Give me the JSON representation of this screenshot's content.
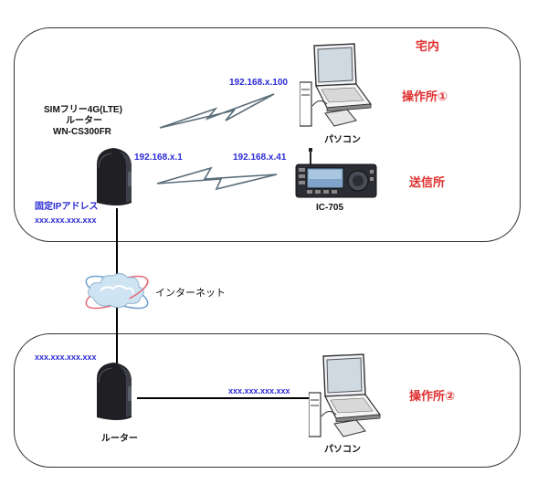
{
  "zones": {
    "home": {
      "label": "宅内"
    },
    "remote": {}
  },
  "stations": {
    "op1": "操作所①",
    "tx": "送信所",
    "op2": "操作所②"
  },
  "router_main": {
    "name_line1": "SIMフリー4G(LTE)",
    "name_line2": "ルーター",
    "name_line3": "WN-CS300FR",
    "lan_ip": "192.168.x.1",
    "wan_label": "固定IPアドレス",
    "wan_ip": "xxx.xxx.xxx.xxx"
  },
  "pc_home": {
    "ip": "192.168.x.100",
    "label": "パソコン"
  },
  "radio": {
    "ip": "192.168.x.41",
    "label": "IC-705"
  },
  "internet": {
    "label": "インターネット"
  },
  "router_remote": {
    "wan_ip": "xxx.xxx.xxx.xxx",
    "label": "ルーター"
  },
  "pc_remote": {
    "ip": "xxx.xxx.xxx.xxx",
    "label": "パソコン"
  },
  "colors": {
    "ip_text": "#2b2bd6",
    "station_text": "#e03030",
    "line": "#000000",
    "wireless": "#5a6e7a"
  },
  "icons": [
    "router-icon",
    "laptop-icon",
    "radio-transceiver-icon",
    "cloud-globe-icon",
    "wireless-zigzag-icon"
  ]
}
